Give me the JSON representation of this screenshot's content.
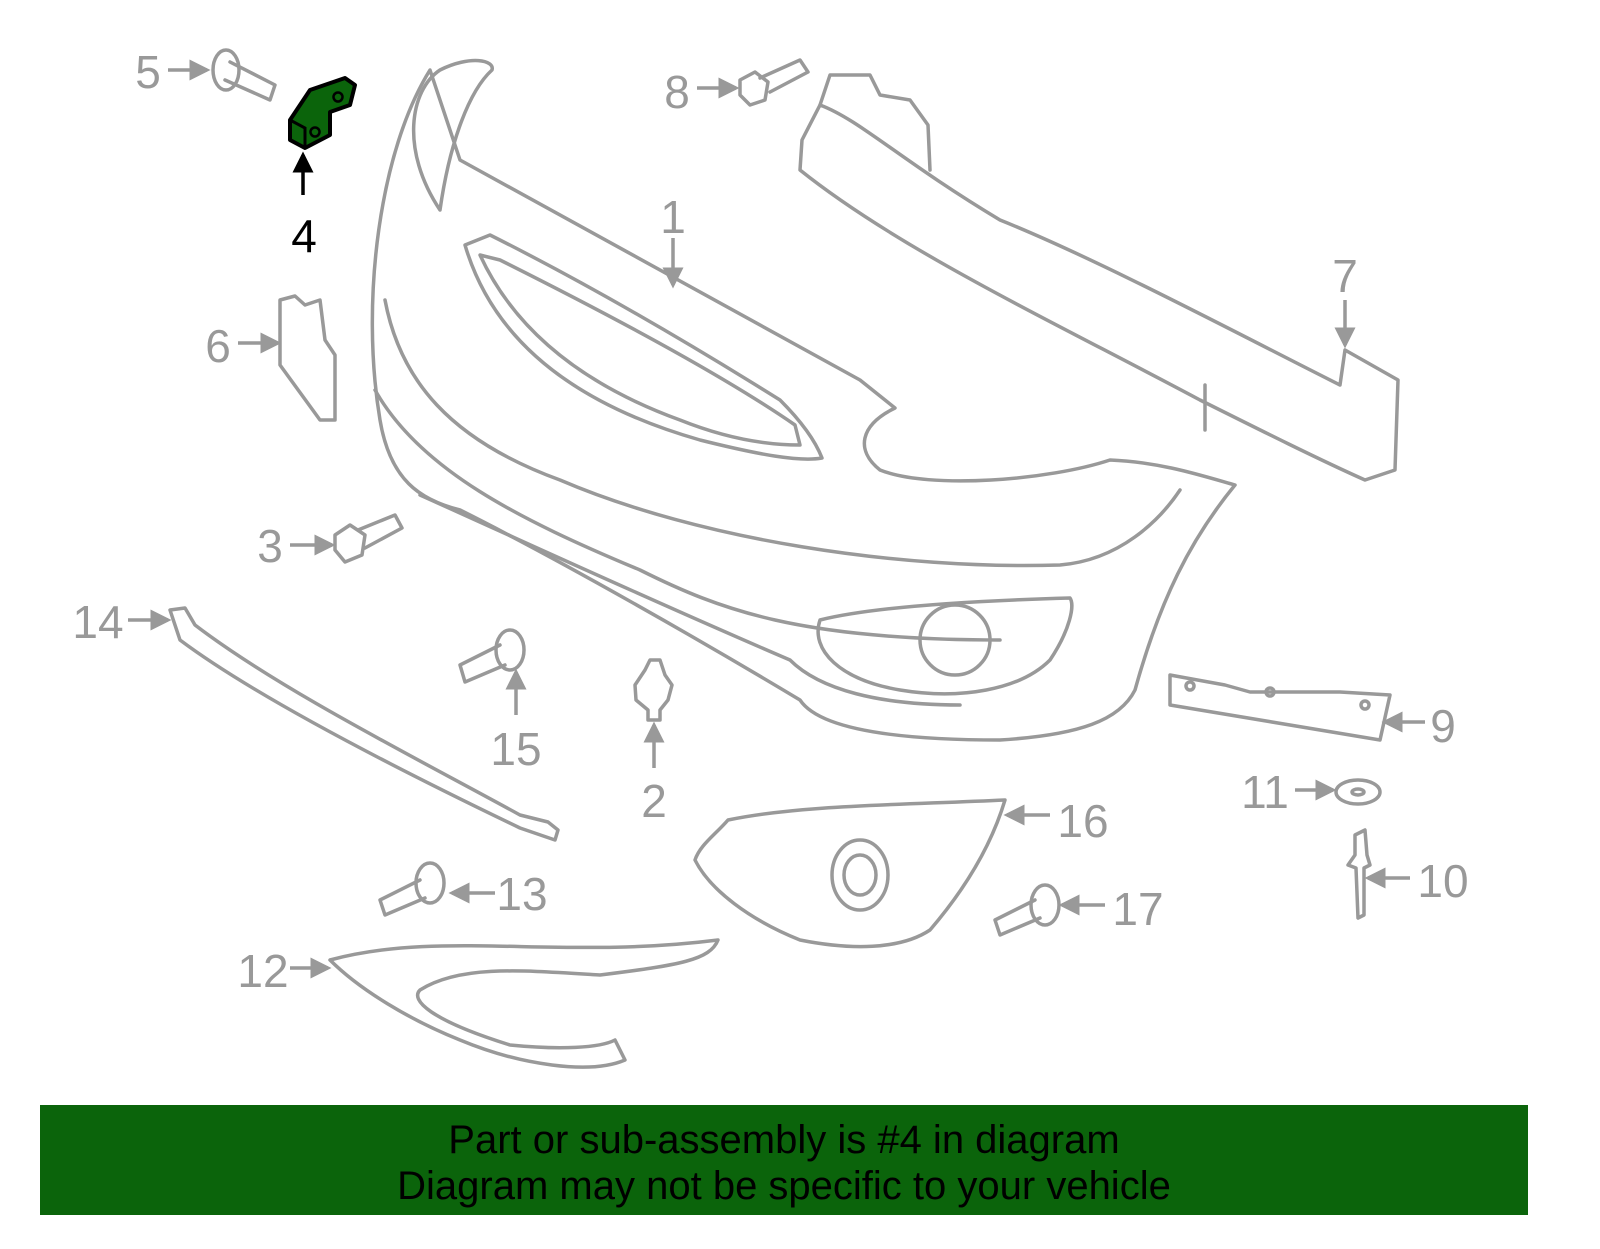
{
  "diagram": {
    "highlight_color": "#0b640b",
    "highlighted_part": "4",
    "callouts": [
      "1",
      "2",
      "3",
      "4",
      "5",
      "6",
      "7",
      "8",
      "9",
      "10",
      "11",
      "12",
      "13",
      "14",
      "15",
      "16",
      "17"
    ]
  },
  "banner": {
    "line1": "Part or sub-assembly is #4 in diagram",
    "line2": "Diagram may not be specific to your vehicle"
  }
}
